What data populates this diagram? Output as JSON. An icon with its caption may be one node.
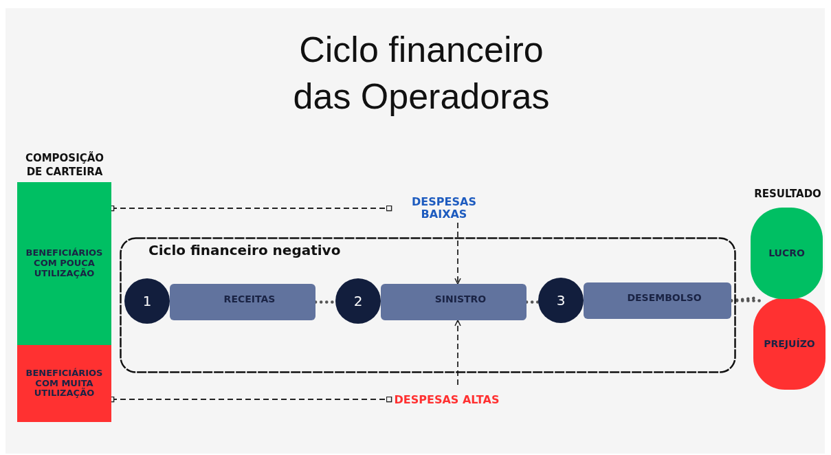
{
  "diagram": {
    "title": "Ciclo financeiro das Operadoras",
    "nodes": [
      {
        "text": [
          "BENEFICIÁRIOS COM POUCA UTILIZAÇÃO"
        ],
        "beside": [
          "COMPOSIÇÃO DE CARTEIRA"
        ]
      },
      {
        "text": [
          "BENEFICIÁRIOS COM MUITA UTILIZAÇÃO"
        ]
      },
      {
        "text": [
          "Ciclo financeiro negativo"
        ]
      },
      {
        "text": [
          "1"
        ],
        "in": 2
      },
      {
        "text": [
          "RECEITAS"
        ],
        "in": 2
      },
      {
        "text": [
          "2"
        ],
        "in": 2
      },
      {
        "text": [
          "SINISTRO"
        ],
        "in": 2
      },
      {
        "text": [
          "3"
        ],
        "in": 2
      },
      {
        "text": [
          "DESEMBOLSO"
        ],
        "in": 2
      },
      {
        "text": [
          "DESPESAS BAIXAS"
        ]
      },
      {
        "text": [
          "DESPESAS ALTAS"
        ]
      },
      {
        "text": [
          "LUCRO"
        ]
      },
      {
        "text": [
          "PREJUÍZO"
        ]
      }
    ],
    "edges": [
      {
        "from": 0,
        "to": 9,
        "arrow": "other",
        "style": "dashed"
      },
      {
        "from": 1,
        "to": 10,
        "arrow": "other",
        "style": "dashed"
      },
      {
        "from": 4,
        "to": 5,
        "arrow": "none",
        "color": "#555555"
      },
      {
        "from": 6,
        "to": 7,
        "arrow": "none",
        "color": "#555555"
      },
      {
        "from": 8,
        "to": 11,
        "arrow": "none",
        "color": "#555555"
      },
      {
        "from": 8,
        "to": 12,
        "arrow": "none",
        "color": "#555555"
      },
      {
        "from": 9,
        "to": 6,
        "arrow": "to",
        "style": "dashed"
      },
      {
        "from": 10,
        "to": 6,
        "arrow": "to",
        "style": "dashed"
      }
    ],
    "labels": [
      "RESULTADO"
    ]
  }
}
